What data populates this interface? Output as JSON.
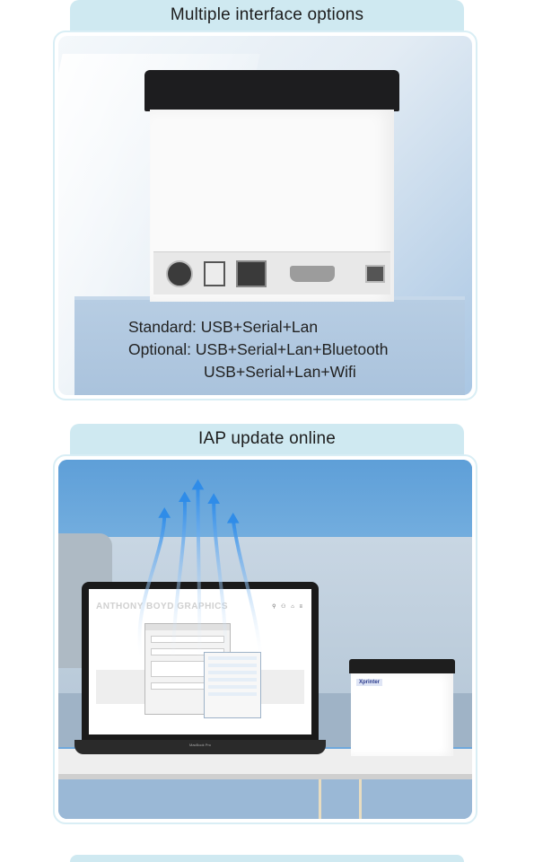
{
  "section1": {
    "title": "Multiple interface options",
    "lines": {
      "standard": "Standard: USB+Serial+Lan",
      "optional": "Optional: USB+Serial+Lan+Bluetooth",
      "optional2": "USB+Serial+Lan+Wifi"
    }
  },
  "section2": {
    "title": "IAP update online",
    "laptop": {
      "site_title": "ANTHONY BOYD GRAPHICS",
      "model_label": "MacBook Pro"
    },
    "printer_brand": "Xprinter",
    "colors": {
      "arrow": "#2f8ce8",
      "tab": "#cfe9f1"
    }
  }
}
